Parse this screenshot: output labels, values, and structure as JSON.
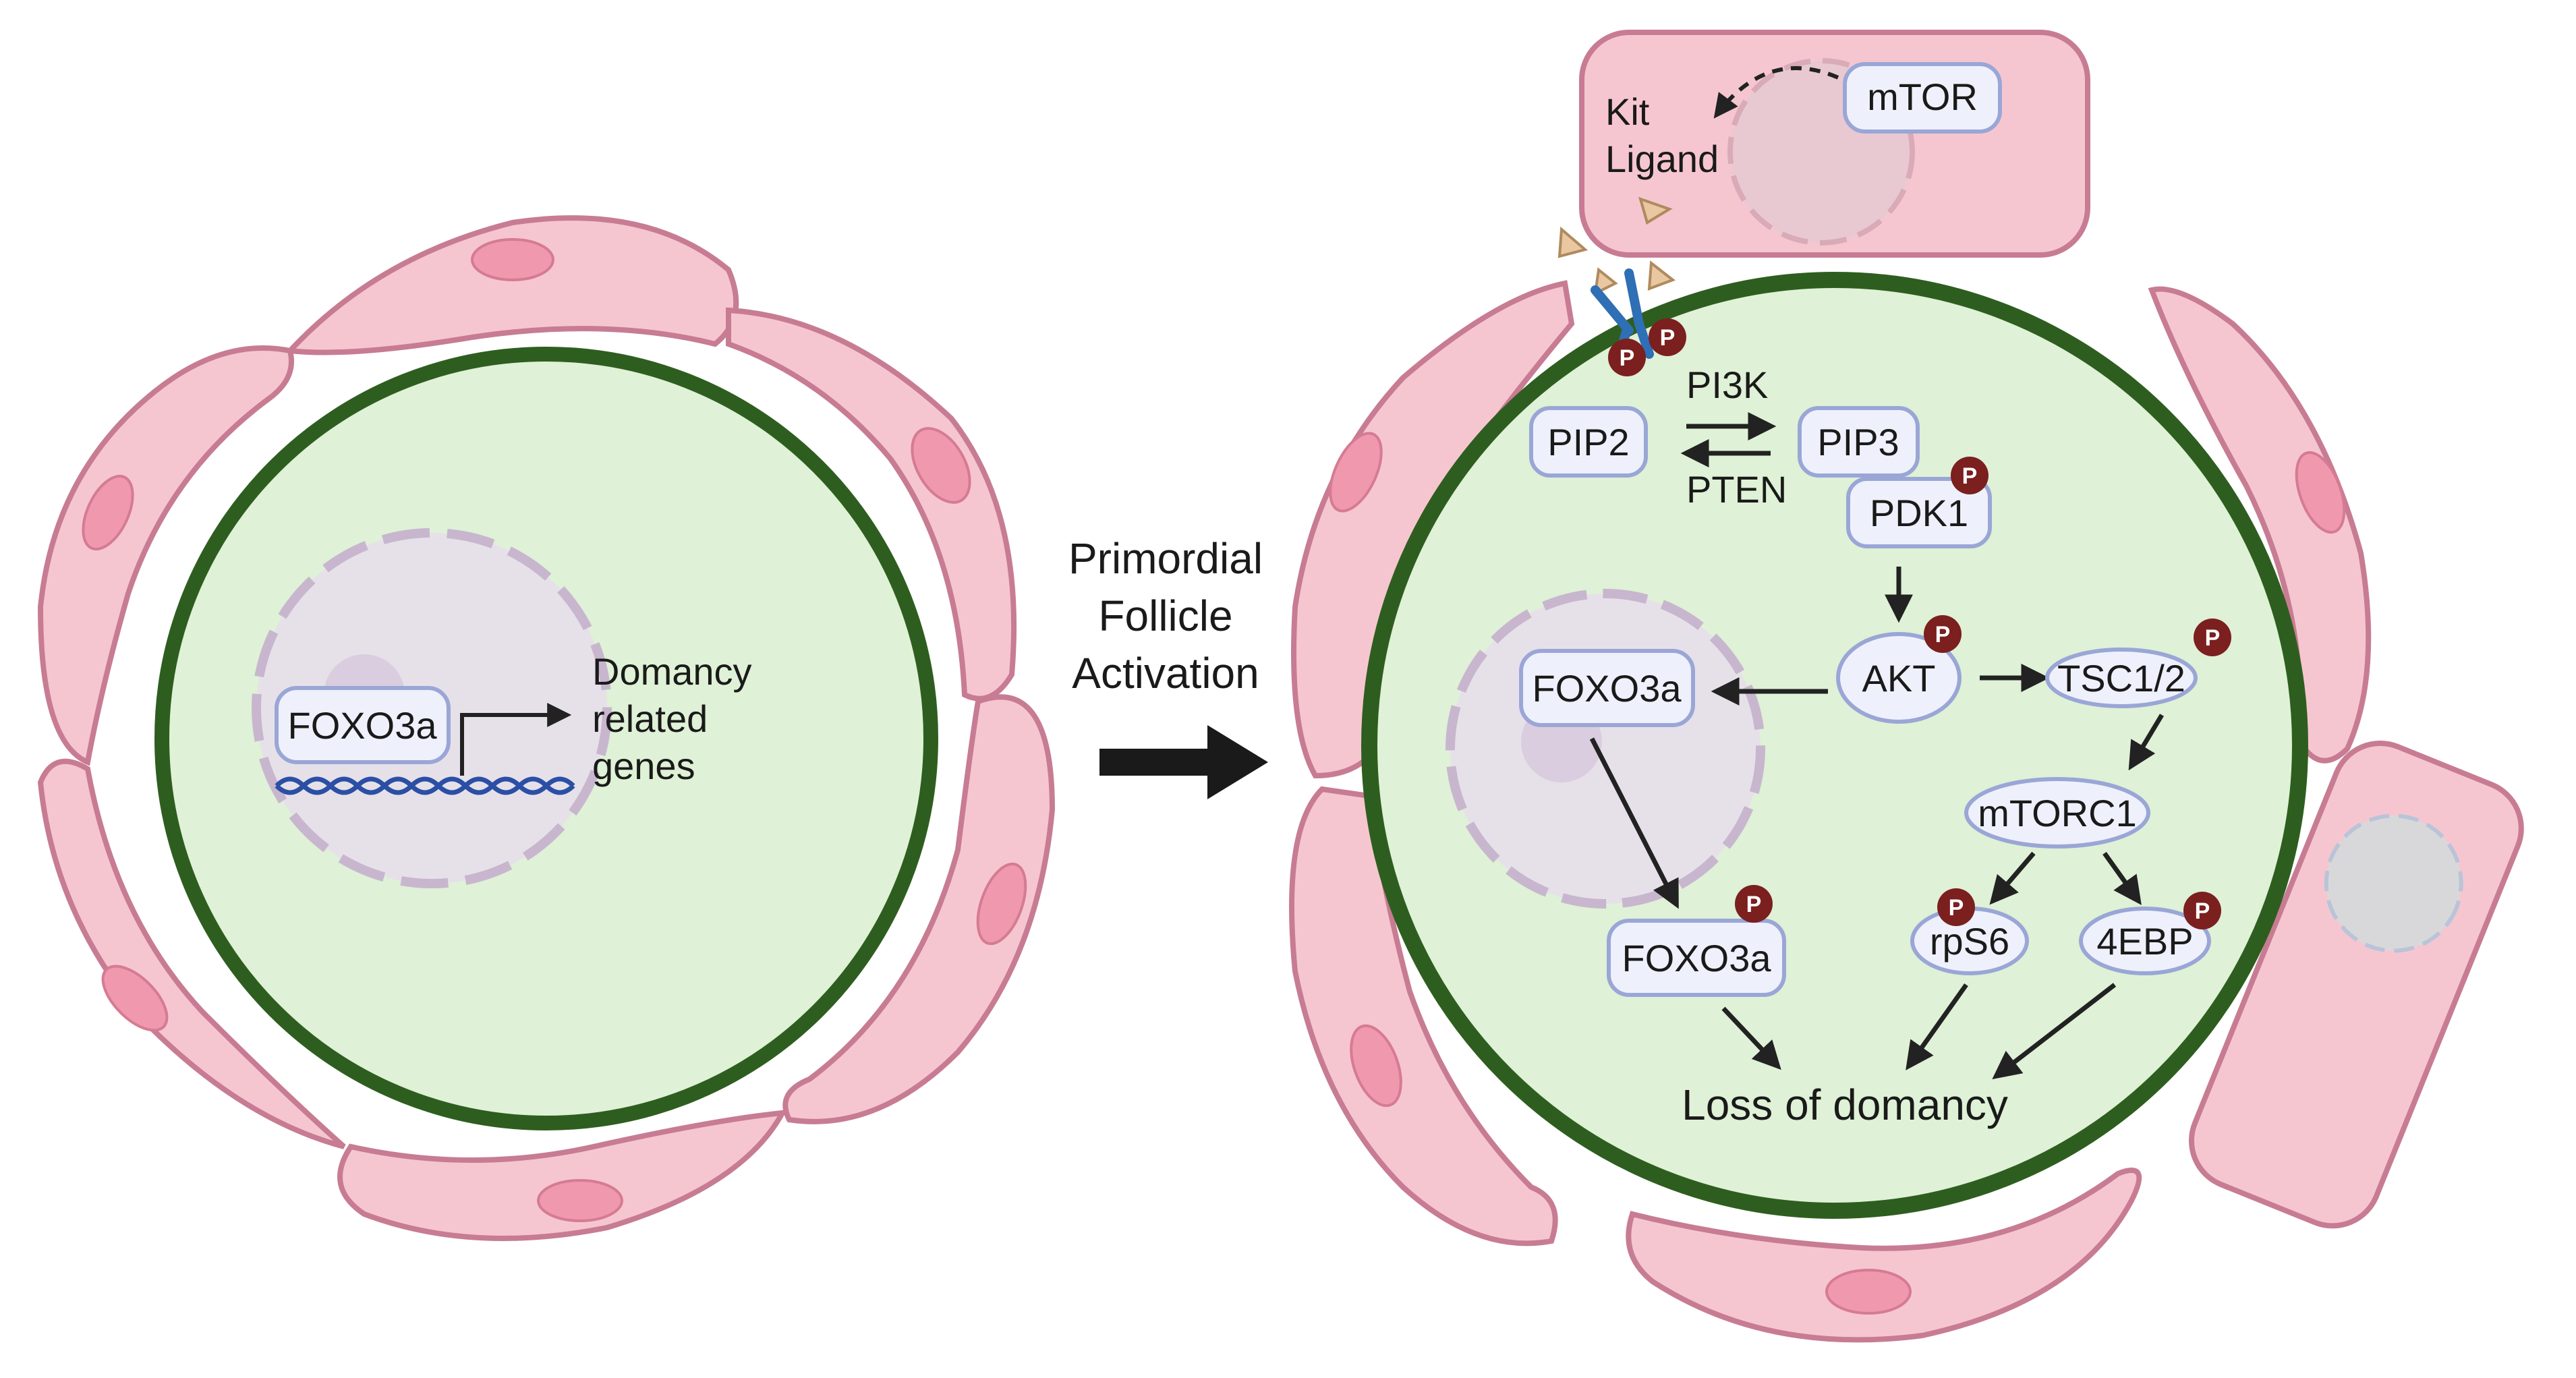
{
  "colors": {
    "granulosa_fill": "#f6c6d0",
    "granulosa_stroke": "#c77c93",
    "granulosa_nucleus": "#ef98ae",
    "oocyte_fill": "#dff1d6",
    "oocyte_ring": "#2e5e1f",
    "nucleus_fill": "#e6e1e9",
    "nucleus_stroke": "#c8b6cf",
    "box_fill": "#eef1fb",
    "box_stroke": "#9aa6d6",
    "phospho": "#7b1f1f",
    "ligand": "#e8c7a1",
    "receptor": "#2e6fb5",
    "arrow": "#222222"
  },
  "left_follicle": {
    "foxo3a": "FOXO3a",
    "genes_line1": "Domancy",
    "genes_line2": "related",
    "genes_line3": "genes"
  },
  "transition": {
    "line1": "Primordial",
    "line2": "Follicle",
    "line3": "Activation"
  },
  "right_follicle": {
    "mtor": "mTOR",
    "kit_line1": "Kit",
    "kit_line2": "Ligand",
    "phospho_symbol": "P",
    "pi3k": "PI3K",
    "pten": "PTEN",
    "pip2": "PIP2",
    "pip3": "PIP3",
    "pdk1": "PDK1",
    "akt": "AKT",
    "foxo3a_nuclear": "FOXO3a",
    "foxo3a_cytoplasmic": "FOXO3a",
    "tsc": "TSC1/2",
    "mtorc1": "mTORC1",
    "rps6": "rpS6",
    "ebp": "4EBP",
    "loss": "Loss of domancy"
  }
}
